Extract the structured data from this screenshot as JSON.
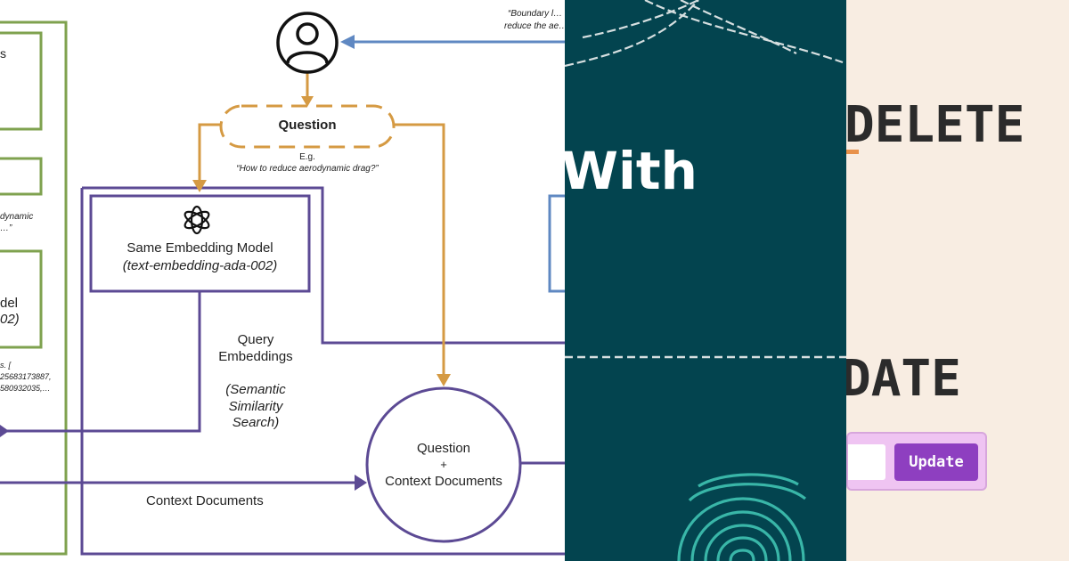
{
  "diagram": {
    "question_label": "Question",
    "eg_label": "E.g.",
    "eg_example": "“How to reduce aerodynamic drag?”",
    "embedding_title": "Same Embedding Model",
    "embedding_model": "(text-embedding-ada-002)",
    "query_label": "Query",
    "embeddings_label": "Embeddings",
    "semantic_1": "(Semantic",
    "semantic_2": "Similarity",
    "semantic_3": "Search)",
    "combo_1": "Question",
    "combo_2": "+",
    "combo_3": "Context Documents",
    "context_docs_label": "Context Documents",
    "top_quote_1": "“Boundary l…",
    "top_quote_2": "reduce the ae…",
    "left_frag_1": "s",
    "left_frag_2": "dynamic",
    "left_frag_3": "…”",
    "left_frag_4": "del",
    "left_frag_5": "02)",
    "left_frag_6": "s. [",
    "left_frag_7": "25683173887,",
    "left_frag_8": "580932035,…"
  },
  "middle": {
    "word": "With"
  },
  "right": {
    "delete_word": "DELETE",
    "update_word": "DATE",
    "update_button": "Update"
  },
  "colors": {
    "orange": "#d59a43",
    "purple": "#5c4a94",
    "green": "#7fa24f",
    "blue": "#5f88c2",
    "teal": "#03444f",
    "peach": "#f8ede2",
    "button_purple": "#8e3fc0"
  },
  "icons": [
    "user-icon",
    "openai-logo-icon",
    "chain-icon",
    "fingerprint-icon"
  ]
}
